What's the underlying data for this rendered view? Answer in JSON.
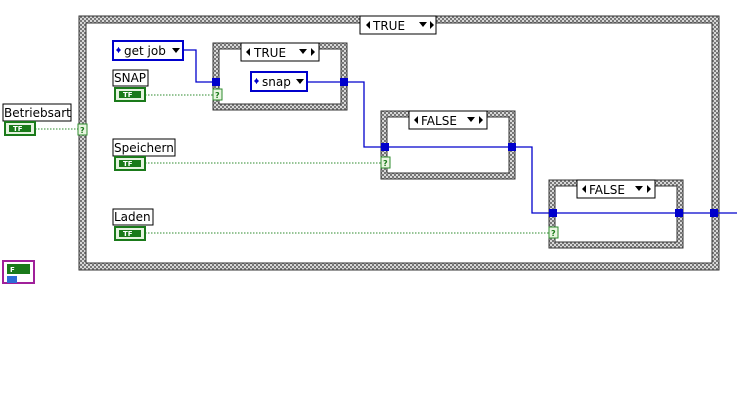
{
  "outer_case": {
    "selector": "TRUE"
  },
  "case_snap": {
    "selector": "TRUE"
  },
  "case_speichern": {
    "selector": "FALSE"
  },
  "case_laden": {
    "selector": "FALSE"
  },
  "enum_getjob": {
    "value": "get job"
  },
  "enum_snap": {
    "value": "snap"
  },
  "controls": {
    "betriebsart": "Betriebsart",
    "snap": "SNAP",
    "speichern": "Speichern",
    "laden": "Laden"
  },
  "glyphs": {
    "tf": "TF",
    "tunnel_q": "?",
    "single_f": "F"
  },
  "colors": {
    "wire_blue": "#0000cc",
    "wire_green": "#2e8b2e",
    "boolean_green": "#1a7a1a",
    "case_frame": "#555555"
  }
}
